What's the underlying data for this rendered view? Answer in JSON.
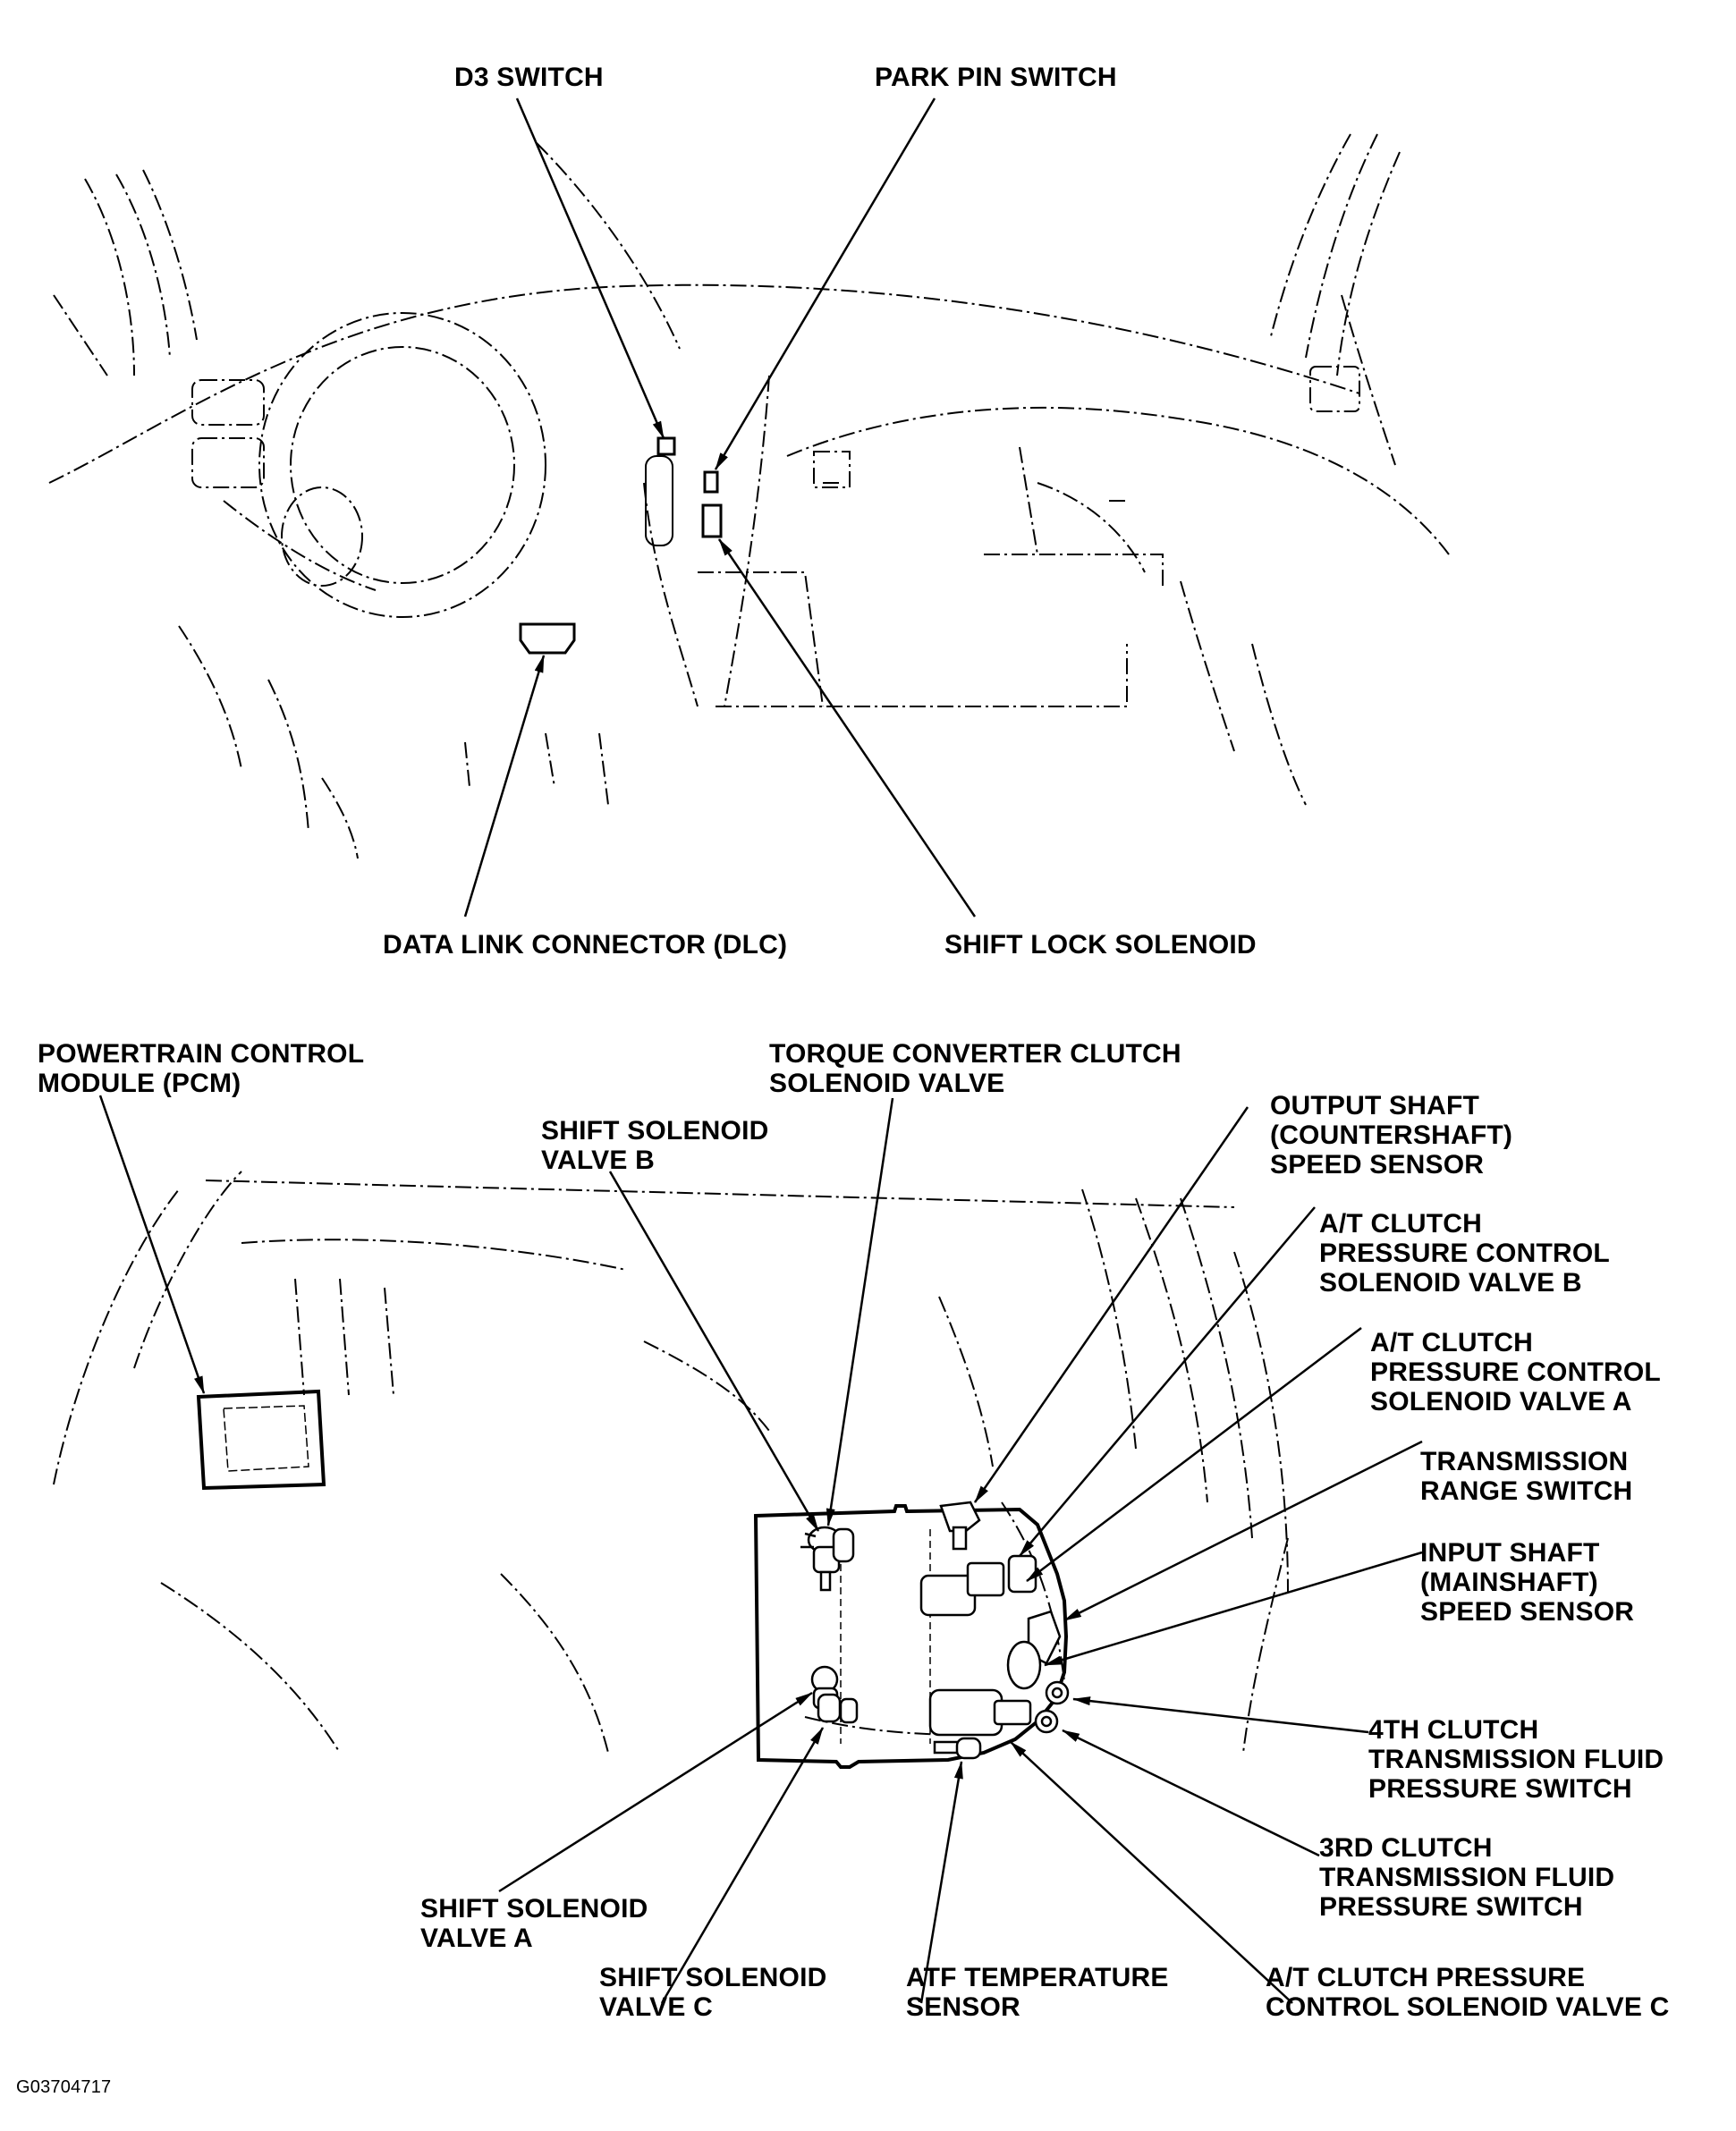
{
  "labels": {
    "d3_switch": "D3 SWITCH",
    "park_pin_switch": "PARK PIN SWITCH",
    "dlc": "DATA LINK CONNECTOR (DLC)",
    "shift_lock_solenoid": "SHIFT LOCK SOLENOID",
    "pcm": "POWERTRAIN CONTROL\nMODULE (PCM)",
    "tcc_solenoid": "TORQUE CONVERTER CLUTCH\nSOLENOID VALVE",
    "shift_solenoid_b": "SHIFT SOLENOID\nVALVE B",
    "output_shaft_sensor": "OUTPUT SHAFT\n(COUNTERSHAFT)\nSPEED SENSOR",
    "atc_pc_solenoid_b": "A/T CLUTCH\nPRESSURE CONTROL\nSOLENOID VALVE B",
    "atc_pc_solenoid_a": "A/T CLUTCH\nPRESSURE CONTROL\nSOLENOID VALVE A",
    "range_switch": "TRANSMISSION\nRANGE SWITCH",
    "input_shaft_sensor": "INPUT SHAFT\n(MAINSHAFT)\nSPEED SENSOR",
    "clutch4_switch": "4TH CLUTCH\nTRANSMISSION FLUID\nPRESSURE SWITCH",
    "clutch3_switch": "3RD CLUTCH\nTRANSMISSION FLUID\nPRESSURE SWITCH",
    "shift_solenoid_a": "SHIFT SOLENOID\nVALVE A",
    "shift_solenoid_c": "SHIFT SOLENOID\nVALVE C",
    "atf_temp_sensor": "ATF TEMPERATURE\nSENSOR",
    "atc_pc_solenoid_c": "A/T CLUTCH PRESSURE\nCONTROL SOLENOID VALVE C",
    "figure_id": "G03704717"
  }
}
